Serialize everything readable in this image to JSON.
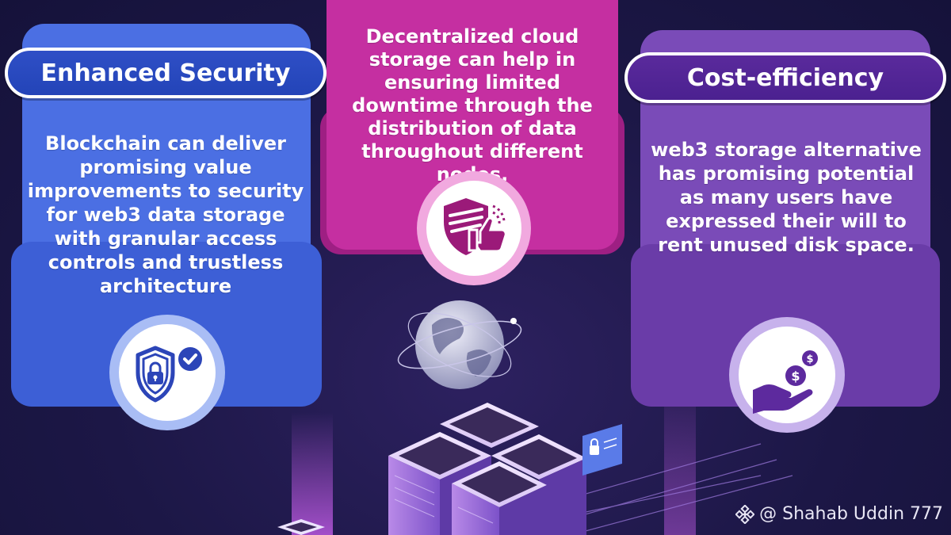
{
  "panels": {
    "left": {
      "title": "Enhanced Security",
      "text": "Blockchain can deliver promising value improvements to security for web3 data storage with granular access controls and trustless architecture",
      "icon": "shield-lock-check-icon",
      "color": "#4b6fe3"
    },
    "middle": {
      "text": "Decentralized cloud storage can help in ensuring limited downtime through the distribution of data throughout different nodes.",
      "icon": "shield-thumbs-up-icon",
      "color": "#c52fa1"
    },
    "right": {
      "title": "Cost-efficiency",
      "text": "web3 storage alternative has promising potential as many users have expressed their will to rent unused disk space.",
      "icon": "hand-coins-icon",
      "color": "#7a4bb8"
    }
  },
  "illustration": {
    "globe_icon": "globe-icon",
    "server_icon": "server-rack-icon",
    "lock_screen_icon": "lock-screen-icon"
  },
  "watermark": {
    "text": "@ Shahab Uddin 777",
    "icon": "binance-icon"
  }
}
